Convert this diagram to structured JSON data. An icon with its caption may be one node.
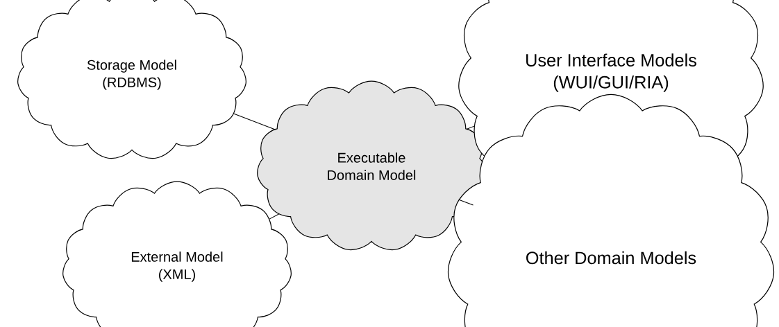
{
  "diagram": {
    "nodes": [
      {
        "text": [
          "Storage Model (RDBMS)"
        ]
      },
      {
        "text": [
          "Executable Domain Model"
        ]
      },
      {
        "text": [
          "User Interface Models (WUI/GUI/RIA)"
        ]
      },
      {
        "text": [
          "External Model (XML)"
        ]
      },
      {
        "text": [
          "Other Domain Models"
        ]
      }
    ],
    "edges": [
      {
        "from": 1,
        "to": 0,
        "arrow": "none"
      },
      {
        "from": 1,
        "to": 2,
        "arrow": "none"
      },
      {
        "from": 1,
        "to": 3,
        "arrow": "none"
      },
      {
        "from": 1,
        "to": 4,
        "arrow": "none"
      }
    ]
  }
}
